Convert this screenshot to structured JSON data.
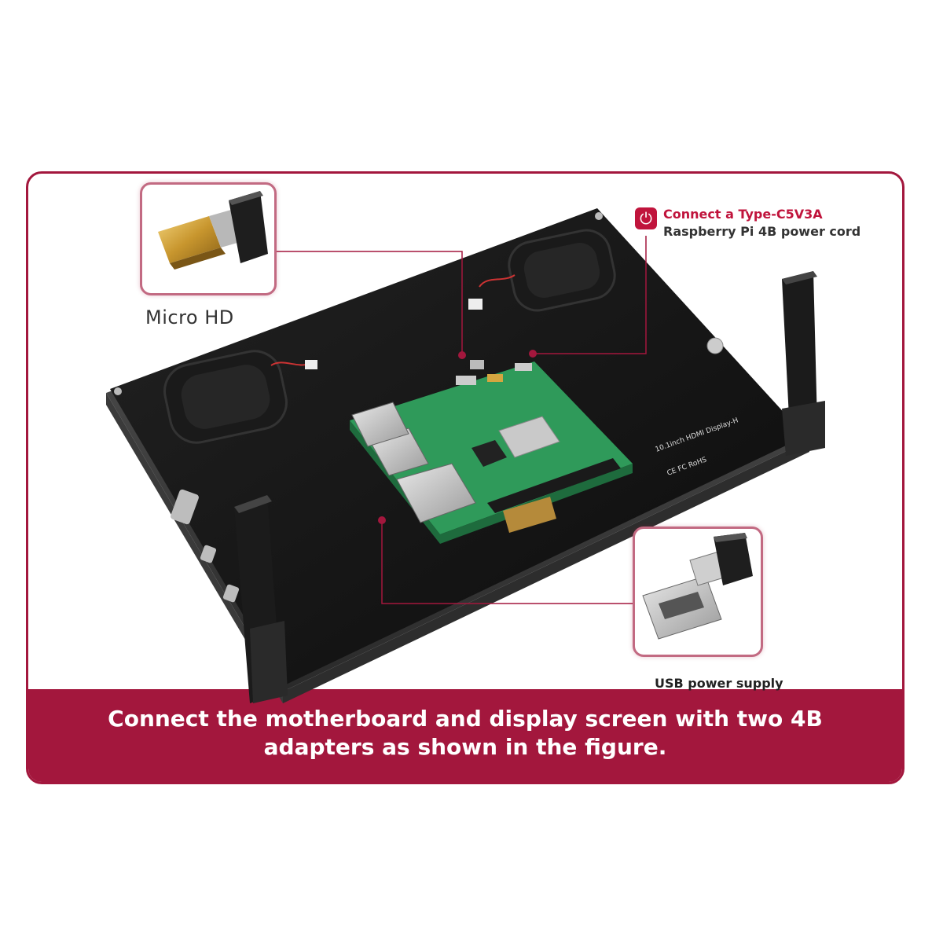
{
  "callouts": {
    "micro_hd": {
      "label": "Micro HD"
    },
    "power": {
      "line1": "Connect a Type-C5V3A",
      "line2": "Raspberry Pi 4B power cord"
    },
    "usb": {
      "label": "USB power supply"
    }
  },
  "board": {
    "model_text": "10.1inch HDMI Display-H",
    "cert_text": "CE FC RoHS"
  },
  "banner": {
    "text": "Connect the motherboard and display screen with two 4B adapters as shown in the figure."
  },
  "colors": {
    "brand": "#a3173d",
    "callout_border": "#c26a82",
    "power_red": "#c0143c",
    "pcb_green": "#2f9a5a",
    "display_black": "#151515"
  },
  "icons": [
    "power-icon"
  ]
}
